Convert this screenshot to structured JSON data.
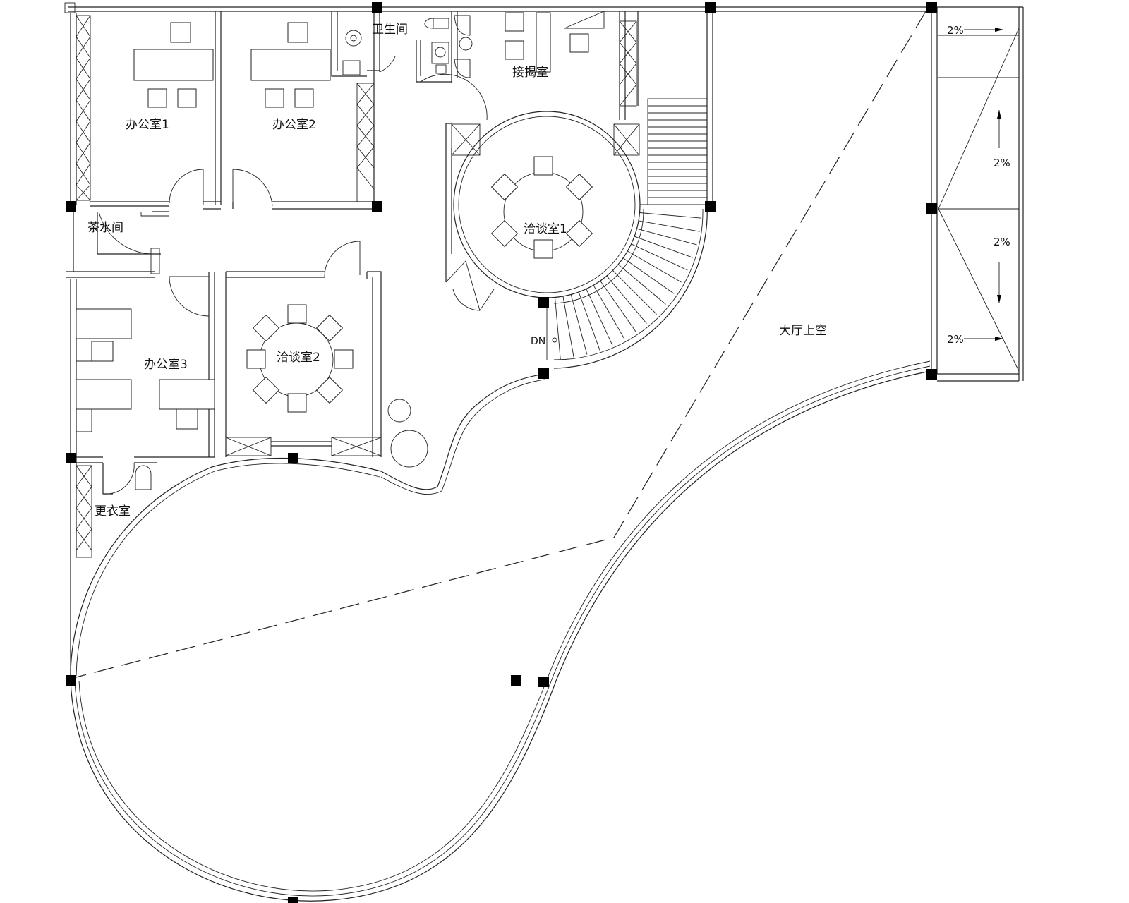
{
  "drawing": {
    "type": "architectural-floor-plan",
    "rooms": {
      "office1": "办公室1",
      "office2": "办公室2",
      "office3": "办公室3",
      "toilet": "卫生间",
      "reception": "接揭室",
      "meeting1": "洽谈室1",
      "meeting2": "洽谈室2",
      "tea_room": "茶水间",
      "locker_room": "更衣室",
      "hall_void": "大厅上空"
    },
    "stair_label": "DN",
    "slopes": [
      "2%",
      "2%",
      "2%",
      "2%"
    ],
    "colors": {
      "line": "#222222",
      "column": "#000000",
      "background": "#ffffff"
    }
  }
}
